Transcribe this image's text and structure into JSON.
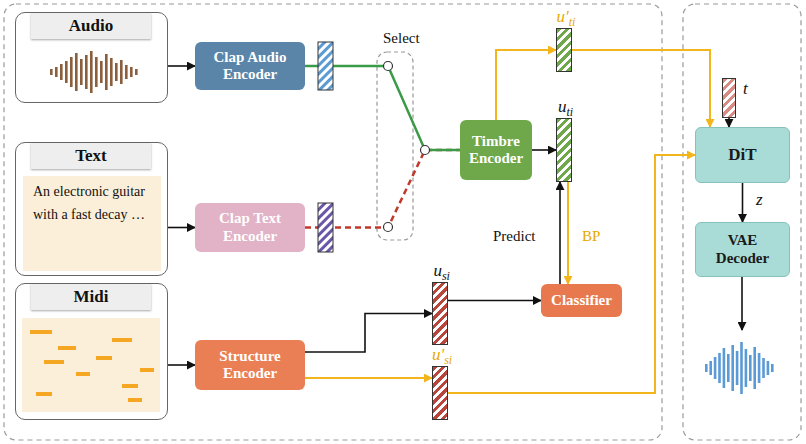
{
  "diagram": {
    "nodes": [
      {
        "text": [
          "Audio"
        ]
      },
      {
        "text": [
          "Clap Audio Encoder"
        ]
      },
      {
        "text": [
          "Text",
          "An electronic guitar with a fast decay …"
        ]
      },
      {
        "text": [
          "Clap Text Encoder"
        ]
      },
      {
        "text": [
          "Midi"
        ]
      },
      {
        "text": [
          "Structure Encoder"
        ]
      },
      {
        "text": [
          "Timbre Encoder"
        ]
      },
      {
        "text": [
          "u′",
          "ti"
        ]
      },
      {
        "text": [
          "u",
          "ti"
        ]
      },
      {
        "text": [
          "u",
          "si"
        ]
      },
      {
        "text": [
          "u′",
          "si"
        ]
      },
      {
        "text": [
          "Classifier"
        ]
      },
      {
        "text": [
          "t"
        ]
      },
      {
        "text": [
          "DiT"
        ]
      },
      {
        "text": [
          "VAE Decoder"
        ]
      }
    ],
    "edges": [
      {
        "from": 0,
        "to": 1,
        "arrow": "to"
      },
      {
        "from": 1,
        "to": 6,
        "arrow": "none"
      },
      {
        "from": 2,
        "to": 3,
        "arrow": "to"
      },
      {
        "from": 3,
        "to": 6,
        "arrow": "none"
      },
      {
        "from": 4,
        "to": 5,
        "arrow": "to"
      },
      {
        "from": 6,
        "to": 8,
        "arrow": "to"
      },
      {
        "from": 6,
        "to": 7,
        "arrow": "to"
      },
      {
        "from": 7,
        "to": 13,
        "arrow": "to"
      },
      {
        "from": 5,
        "to": 9,
        "arrow": "to"
      },
      {
        "from": 5,
        "to": 10,
        "arrow": "to"
      },
      {
        "from": 9,
        "to": 11,
        "arrow": "to"
      },
      {
        "from": 11,
        "to": 8,
        "label": "Predict",
        "arrow": "to"
      },
      {
        "from": 8,
        "to": 11,
        "label": "BP",
        "arrow": "to"
      },
      {
        "from": 10,
        "to": 13,
        "arrow": "to"
      },
      {
        "from": 12,
        "to": 13,
        "arrow": "to"
      },
      {
        "from": 13,
        "to": 14,
        "label": "z",
        "arrow": "to"
      }
    ],
    "labels": [
      "Select"
    ]
  }
}
